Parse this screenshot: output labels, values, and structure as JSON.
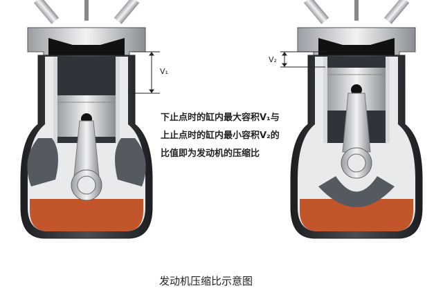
{
  "labels": {
    "v1": "V₁",
    "v2": "V₂"
  },
  "description": [
    "下止点时的缸内最大容积V₁与",
    "上止点时的缸内最小容积V₂的",
    "比值即为发动机的压缩比"
  ],
  "caption": "发动机压缩比示意图",
  "colors": {
    "oil": "#c2562a",
    "block": "#2f3236",
    "metal": "#d8dadc",
    "piston": "#e6e7e8"
  }
}
